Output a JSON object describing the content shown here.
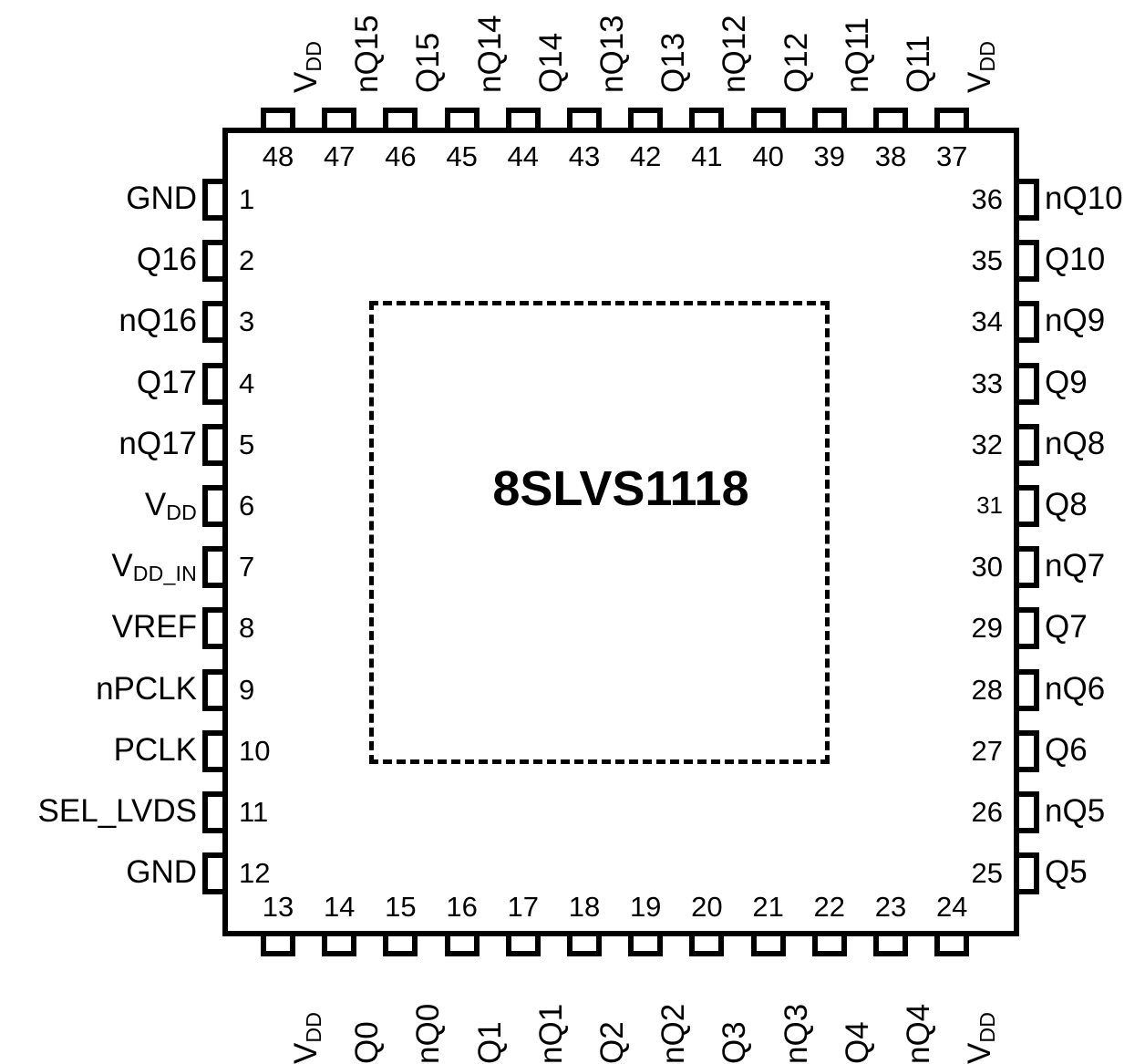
{
  "part": {
    "name": "8SLVS1118",
    "package_pin_count": 48
  },
  "pins": {
    "left": [
      {
        "number": "1",
        "name": "GND"
      },
      {
        "number": "2",
        "name": "Q16"
      },
      {
        "number": "3",
        "name": "nQ16"
      },
      {
        "number": "4",
        "name": "Q17"
      },
      {
        "number": "5",
        "name": "nQ17"
      },
      {
        "number": "6",
        "name": "V_DD",
        "base": "V",
        "subscript": "DD"
      },
      {
        "number": "7",
        "name": "V_DD_IN",
        "base": "V",
        "subscript": "DD_IN"
      },
      {
        "number": "8",
        "name": "VREF"
      },
      {
        "number": "9",
        "name": "nPCLK"
      },
      {
        "number": "10",
        "name": "PCLK"
      },
      {
        "number": "11",
        "name": "SEL_LVDS"
      },
      {
        "number": "12",
        "name": "GND"
      }
    ],
    "bottom": [
      {
        "number": "13",
        "name": "V_DD",
        "base": "V",
        "subscript": "DD"
      },
      {
        "number": "14",
        "name": "Q0"
      },
      {
        "number": "15",
        "name": "nQ0"
      },
      {
        "number": "16",
        "name": "Q1"
      },
      {
        "number": "17",
        "name": "nQ1"
      },
      {
        "number": "18",
        "name": "Q2"
      },
      {
        "number": "19",
        "name": "nQ2"
      },
      {
        "number": "20",
        "name": "Q3"
      },
      {
        "number": "21",
        "name": "nQ3"
      },
      {
        "number": "22",
        "name": "Q4"
      },
      {
        "number": "23",
        "name": "nQ4"
      },
      {
        "number": "24",
        "name": "V_DD",
        "base": "V",
        "subscript": "DD"
      }
    ],
    "right": [
      {
        "number": "25",
        "name": "Q5"
      },
      {
        "number": "26",
        "name": "nQ5"
      },
      {
        "number": "27",
        "name": "Q6"
      },
      {
        "number": "28",
        "name": "nQ6"
      },
      {
        "number": "29",
        "name": "Q7"
      },
      {
        "number": "30",
        "name": "nQ7"
      },
      {
        "number": "31",
        "name": "Q8"
      },
      {
        "number": "32",
        "name": "nQ8"
      },
      {
        "number": "33",
        "name": "Q9"
      },
      {
        "number": "34",
        "name": "nQ9"
      },
      {
        "number": "35",
        "name": "Q10"
      },
      {
        "number": "36",
        "name": "nQ10"
      }
    ],
    "top": [
      {
        "number": "37",
        "name": "V_DD",
        "base": "V",
        "subscript": "DD"
      },
      {
        "number": "38",
        "name": "Q11"
      },
      {
        "number": "39",
        "name": "nQ11"
      },
      {
        "number": "40",
        "name": "Q12"
      },
      {
        "number": "41",
        "name": "nQ12"
      },
      {
        "number": "42",
        "name": "Q13"
      },
      {
        "number": "43",
        "name": "nQ13"
      },
      {
        "number": "44",
        "name": "Q14"
      },
      {
        "number": "45",
        "name": "nQ14"
      },
      {
        "number": "46",
        "name": "Q15"
      },
      {
        "number": "47",
        "name": "nQ15"
      },
      {
        "number": "48",
        "name": "V_DD",
        "base": "V",
        "subscript": "DD"
      }
    ]
  },
  "colors": {
    "outline": "#000000",
    "background": "#ffffff",
    "text": "#000000"
  }
}
